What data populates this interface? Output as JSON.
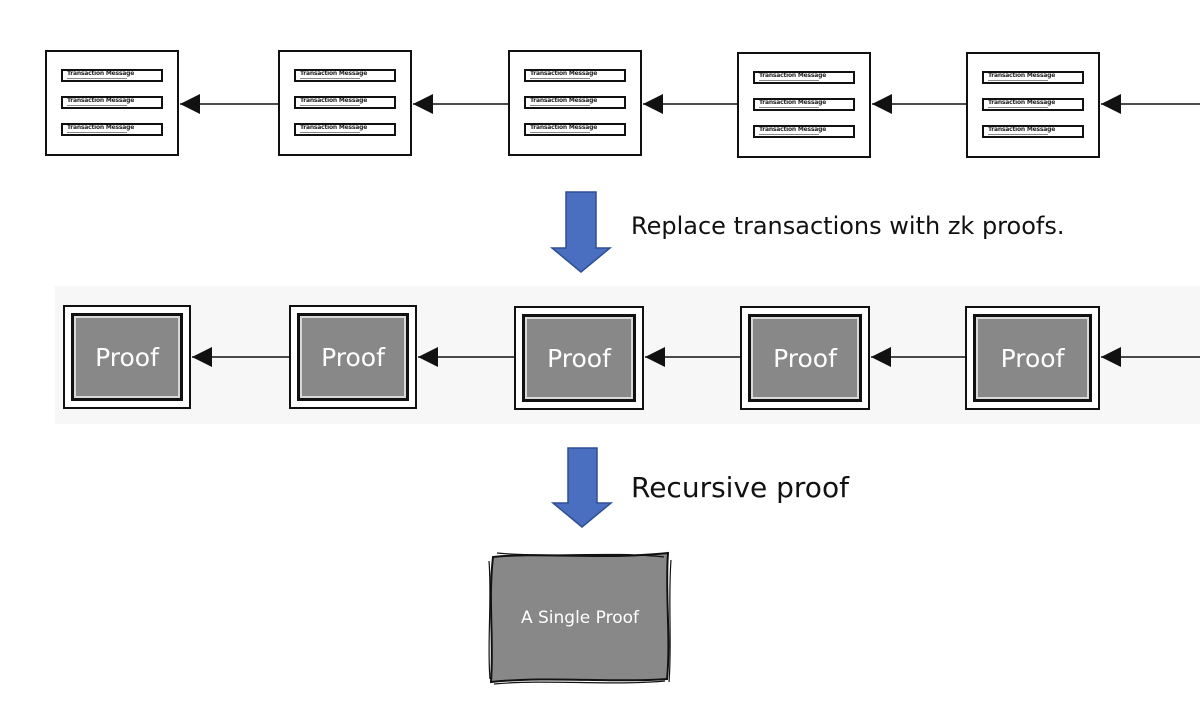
{
  "transaction_chain": {
    "block_count": 5,
    "transaction_label": "Transaction Message",
    "transactions_per_block": 3
  },
  "step1_caption": "Replace transactions with zk proofs.",
  "proof_chain": {
    "labels": [
      "Proof",
      "Proof",
      "Proof",
      "Proof",
      "Proof"
    ]
  },
  "step2_caption": "Recursive proof",
  "single_proof": {
    "label": "A Single Proof"
  },
  "colors": {
    "arrow_blue": "#4a6fc0",
    "arrow_blue_edge": "#2f4f95",
    "proof_gray": "#888888",
    "block_border": "#111111"
  }
}
